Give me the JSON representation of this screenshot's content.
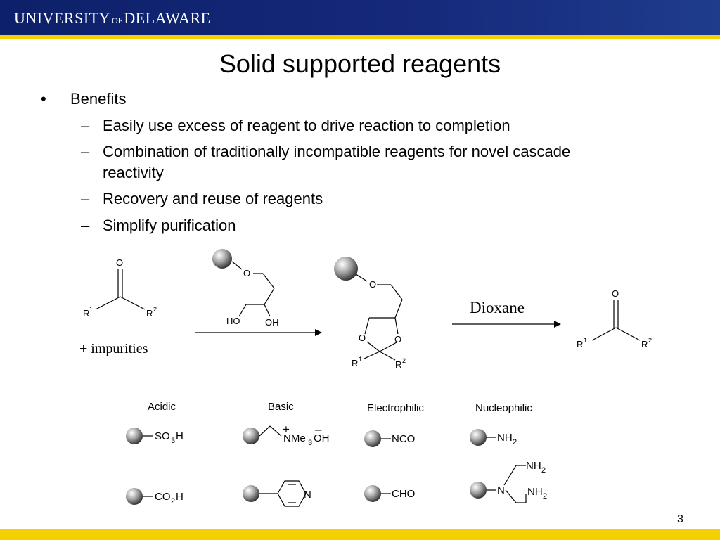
{
  "header": {
    "logo_part1": "UNIVERSITY",
    "logo_of": "OF",
    "logo_part2": "DELAWARE"
  },
  "slide": {
    "title": "Solid supported reagents",
    "bullet_marker": "•",
    "dash_marker": "–",
    "bullet": "Benefits",
    "sub_items": [
      "Easily use excess of reagent to drive reaction to completion",
      "Combination of traditionally incompatible reagents for novel cascade",
      "reactivity",
      "Recovery and reuse of reagents",
      "Simplify purification"
    ],
    "page_number": "3"
  },
  "scheme": {
    "atom_O": "O",
    "R": "R",
    "sup1": "1",
    "sup2": "2",
    "HO": "HO",
    "OH": "OH",
    "impurities": "+ impurities",
    "solvent": "Dioxane",
    "categories": [
      "Acidic",
      "Basic",
      "Electrophilic",
      "Nucleophilic"
    ],
    "SO": "SO",
    "CO": "CO",
    "H": "H",
    "sub3": "3",
    "sub2": "2",
    "NMe": "NMe",
    "plus": "+",
    "minus": "–",
    "NCO": "NCO",
    "CHO": "CHO",
    "NH": "NH",
    "N": "N"
  },
  "colors": {
    "header_bg": "#15287a",
    "accent_yellow": "#f5d000"
  }
}
